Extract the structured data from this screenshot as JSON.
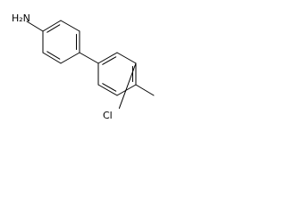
{
  "molecule": {
    "atoms": [
      {
        "id": "a1",
        "element": "C"
      },
      {
        "id": "a2",
        "element": "C"
      },
      {
        "id": "a3",
        "element": "C"
      },
      {
        "id": "a4",
        "element": "C"
      },
      {
        "id": "a5",
        "element": "C"
      },
      {
        "id": "a6",
        "element": "C"
      },
      {
        "id": "a7",
        "element": "C"
      },
      {
        "id": "a8",
        "element": "C"
      },
      {
        "id": "a9",
        "element": "C"
      },
      {
        "id": "a10",
        "element": "C"
      },
      {
        "id": "a11",
        "element": "C"
      },
      {
        "id": "a12",
        "element": "C"
      },
      {
        "id": "a13",
        "element": "N",
        "label": "H₂N"
      },
      {
        "id": "a14",
        "element": "Cl",
        "label": "Cl"
      },
      {
        "id": "a15",
        "element": "C"
      }
    ],
    "bonds": [
      {
        "from": "a1",
        "to": "a2",
        "order": 2
      },
      {
        "from": "a2",
        "to": "a3",
        "order": 1
      },
      {
        "from": "a3",
        "to": "a4",
        "order": 2
      },
      {
        "from": "a4",
        "to": "a5",
        "order": 1
      },
      {
        "from": "a5",
        "to": "a6",
        "order": 2
      },
      {
        "from": "a6",
        "to": "a1",
        "order": 1
      },
      {
        "from": "a1",
        "to": "a13",
        "order": 1
      },
      {
        "from": "a4",
        "to": "a7",
        "order": 1
      },
      {
        "from": "a7",
        "to": "a8",
        "order": 2
      },
      {
        "from": "a8",
        "to": "a9",
        "order": 1
      },
      {
        "from": "a9",
        "to": "a10",
        "order": 2
      },
      {
        "from": "a10",
        "to": "a11",
        "order": 1
      },
      {
        "from": "a11",
        "to": "a12",
        "order": 2
      },
      {
        "from": "a12",
        "to": "a7",
        "order": 1
      },
      {
        "from": "a9",
        "to": "a14",
        "order": 1
      },
      {
        "from": "a10",
        "to": "a15",
        "order": 1
      }
    ]
  }
}
